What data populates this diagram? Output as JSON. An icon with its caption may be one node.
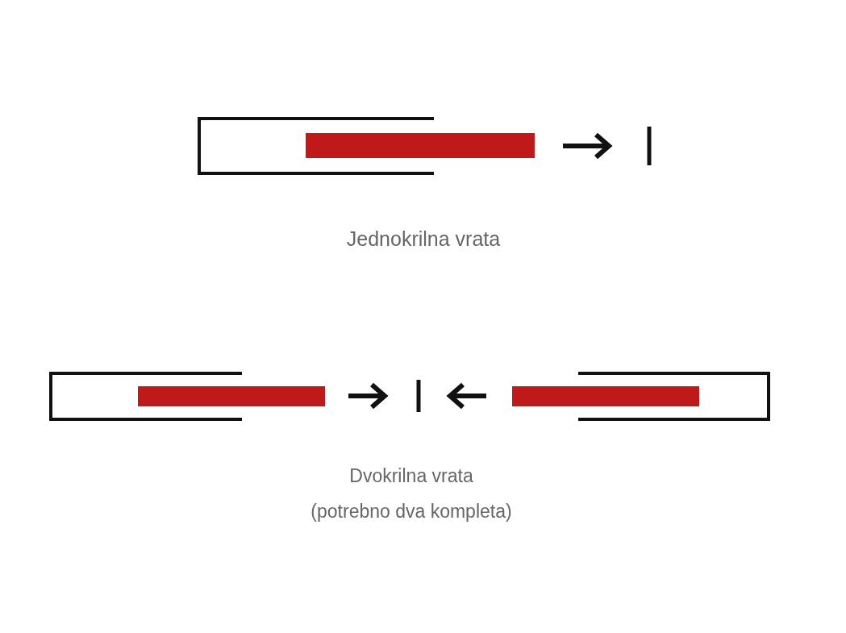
{
  "diagram": {
    "labels": [
      "Jednokrilna vrata",
      "Dvokrilna vrata",
      "(potrebno dva kompleta)"
    ]
  }
}
